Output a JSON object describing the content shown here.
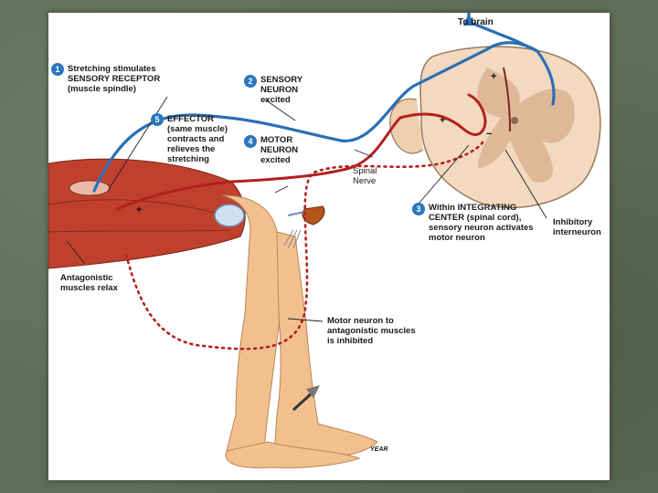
{
  "labels": {
    "to_brain": "To brain",
    "step1_num": "1",
    "step1_line1": "Stretching stimulates",
    "step1_line2": "SENSORY RECEPTOR",
    "step1_line3": "(muscle spindle)",
    "step2_num": "2",
    "step2_line1": "SENSORY",
    "step2_line2": "NEURON",
    "step2_line3": "excited",
    "step3_num": "3",
    "step3_line1": "Within INTEGRATING",
    "step3_line2": "CENTER (spinal cord),",
    "step3_line3": "sensory neuron activates",
    "step3_line4": "motor neuron",
    "step4_num": "4",
    "step4_line1": "MOTOR",
    "step4_line2": "NEURON",
    "step4_line3": "excited",
    "step5_num": "5",
    "step5_line1": "EFFECTOR",
    "step5_line2": "(same muscle)",
    "step5_line3": "contracts and",
    "step5_line4": "relieves the",
    "step5_line5": "stretching",
    "spinal_nerve_line1": "Spinal",
    "spinal_nerve_line2": "Nerve",
    "inhibitory_line1": "Inhibitory",
    "inhibitory_line2": "interneuron",
    "antagonistic_line1": "Antagonistic",
    "antagonistic_line2": "muscles relax",
    "motor_inhib_line1": "Motor neuron to",
    "motor_inhib_line2": "antagonistic muscles",
    "motor_inhib_line3": "is inhibited",
    "plus": "+",
    "minus": "−",
    "signature": "YEAR"
  },
  "colors": {
    "sensory_neuron": "#2a6fb5",
    "motor_neuron": "#b41f1f",
    "muscle": "#c0402e",
    "skin": "#f2c08e",
    "step_badge": "#2a77bd",
    "spinal_cord_outer": "#f3d9bf",
    "gray_matter": "#d9b28f"
  }
}
